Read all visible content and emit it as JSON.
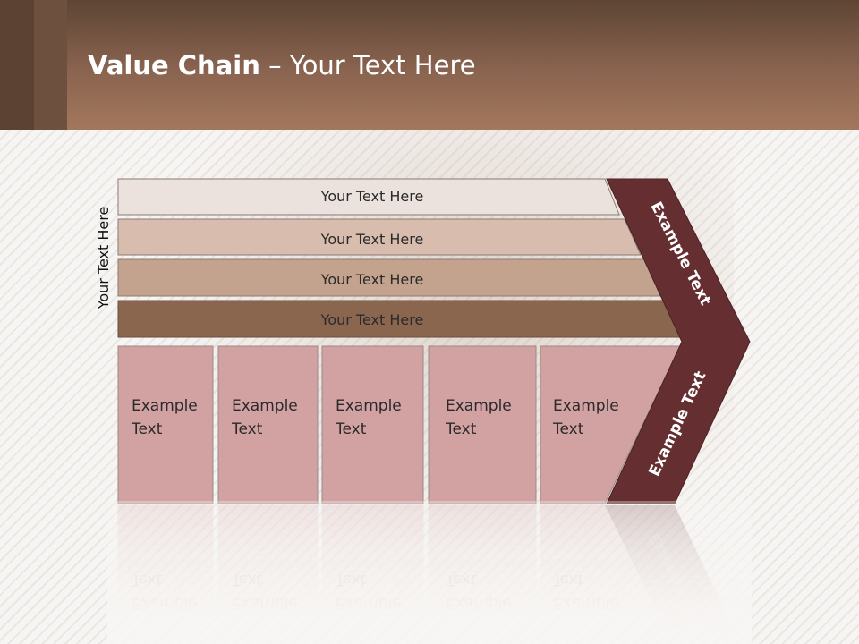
{
  "slide": {
    "title_bold": "Value Chain",
    "title_rest": " – Your Text Here"
  },
  "diagram": {
    "side_label": "Your Text Here",
    "bars": [
      "Your Text Here",
      "Your Text Here",
      "Your Text Here",
      "Your Text Here"
    ],
    "boxes": [
      {
        "line1": "Example",
        "line2": "Text"
      },
      {
        "line1": "Example",
        "line2": "Text"
      },
      {
        "line1": "Example",
        "line2": "Text"
      },
      {
        "line1": "Example",
        "line2": "Text"
      },
      {
        "line1": "Example",
        "line2": "Text"
      }
    ],
    "arrow_top": "Example Text",
    "arrow_bottom": "Example Text",
    "colors": {
      "bar1": "#ece2dd",
      "bar2": "#d8bcae",
      "bar3": "#c4a38e",
      "bar4": "#8b664f",
      "box": "#d2a2a3",
      "arrow": "#652e30"
    }
  }
}
